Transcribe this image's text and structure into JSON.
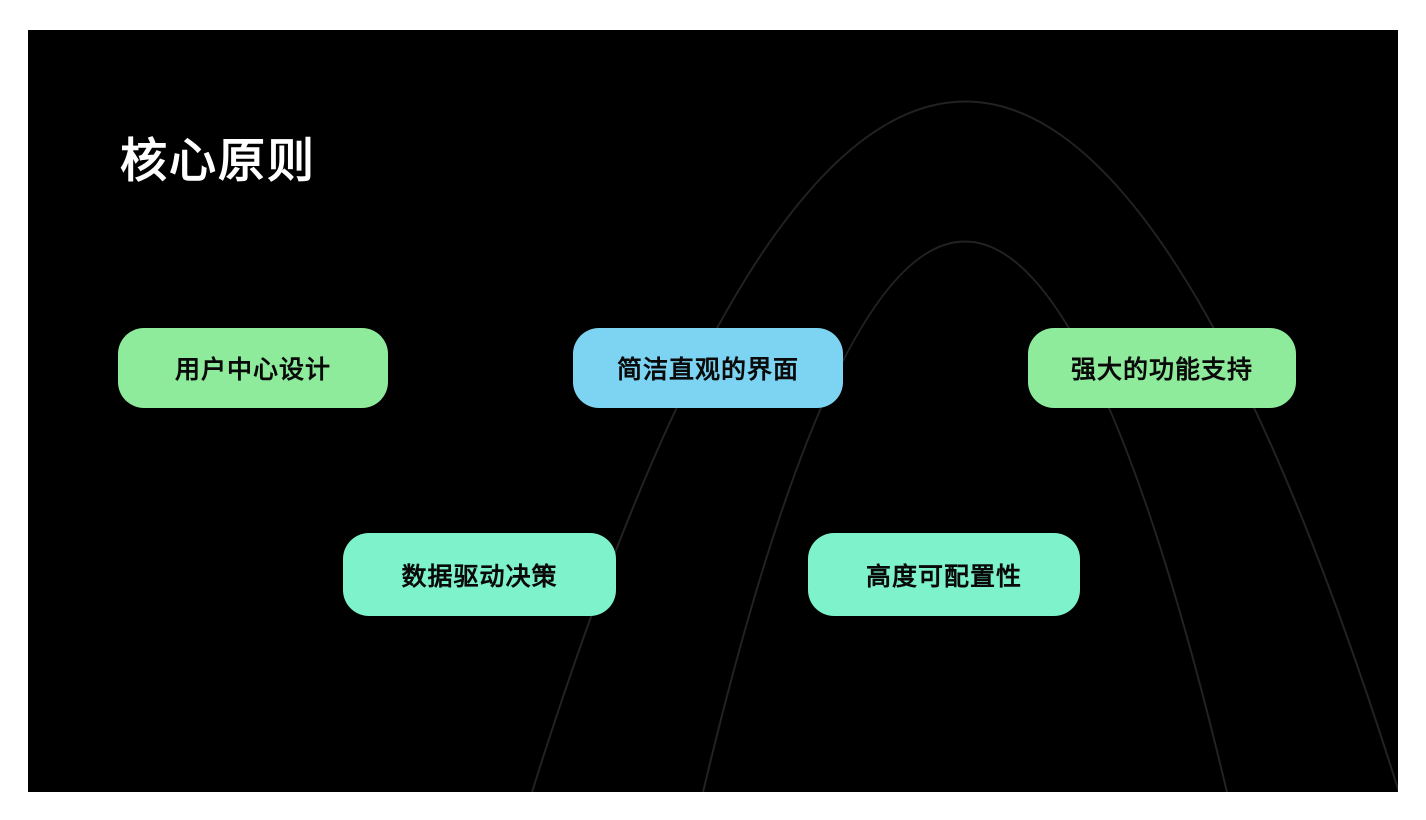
{
  "slide": {
    "title": "核心原则",
    "pills": [
      {
        "label": "用户中心设计",
        "color": "#8deb9b"
      },
      {
        "label": "简洁直观的界面",
        "color": "#7dd4f2"
      },
      {
        "label": "强大的功能支持",
        "color": "#8deb9b"
      },
      {
        "label": "数据驱动决策",
        "color": "#7df2cb"
      },
      {
        "label": "高度可配置性",
        "color": "#7df2cb"
      }
    ],
    "colors": {
      "page_background": "#ffffff",
      "slide_background": "#000000",
      "title_text": "#ffffff",
      "pill_text": "#0a0a0a",
      "arc_stroke": "#222222"
    }
  }
}
